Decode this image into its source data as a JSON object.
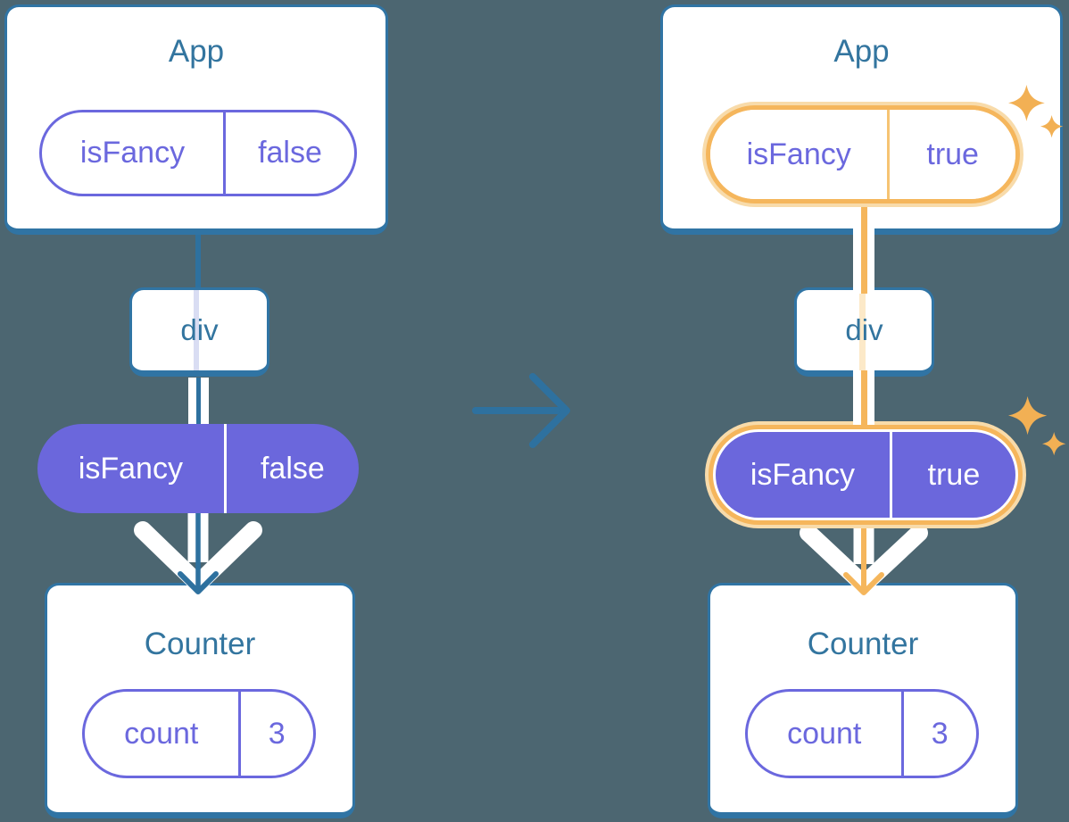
{
  "canvas": {
    "background": "#4C6671"
  },
  "colors": {
    "steel_blue": "#2E719F",
    "card_border": "#3074A4",
    "title_text": "#33759F",
    "purple_fill": "#6B67DC",
    "purple_outline": "#6B68DE",
    "highlight_orange": "#F5B65C",
    "highlight_orange_soft": "#F8DBAA",
    "sparkle": "#F2B054",
    "lavender_line": "#D9DDF3",
    "peach_line": "#FCE9C8"
  },
  "trees": [
    {
      "name": "before",
      "root": {
        "title": "App",
        "state": {
          "label": "isFancy",
          "value": "false"
        },
        "highlighted": false
      },
      "middle": {
        "title": "div"
      },
      "passed_state": {
        "label": "isFancy",
        "value": "false",
        "highlighted": false
      },
      "leaf": {
        "title": "Counter",
        "state": {
          "label": "count",
          "value": "3"
        }
      }
    },
    {
      "name": "after",
      "root": {
        "title": "App",
        "state": {
          "label": "isFancy",
          "value": "true"
        },
        "highlighted": true
      },
      "middle": {
        "title": "div"
      },
      "passed_state": {
        "label": "isFancy",
        "value": "true",
        "highlighted": true
      },
      "leaf": {
        "title": "Counter",
        "state": {
          "label": "count",
          "value": "3"
        }
      }
    }
  ]
}
